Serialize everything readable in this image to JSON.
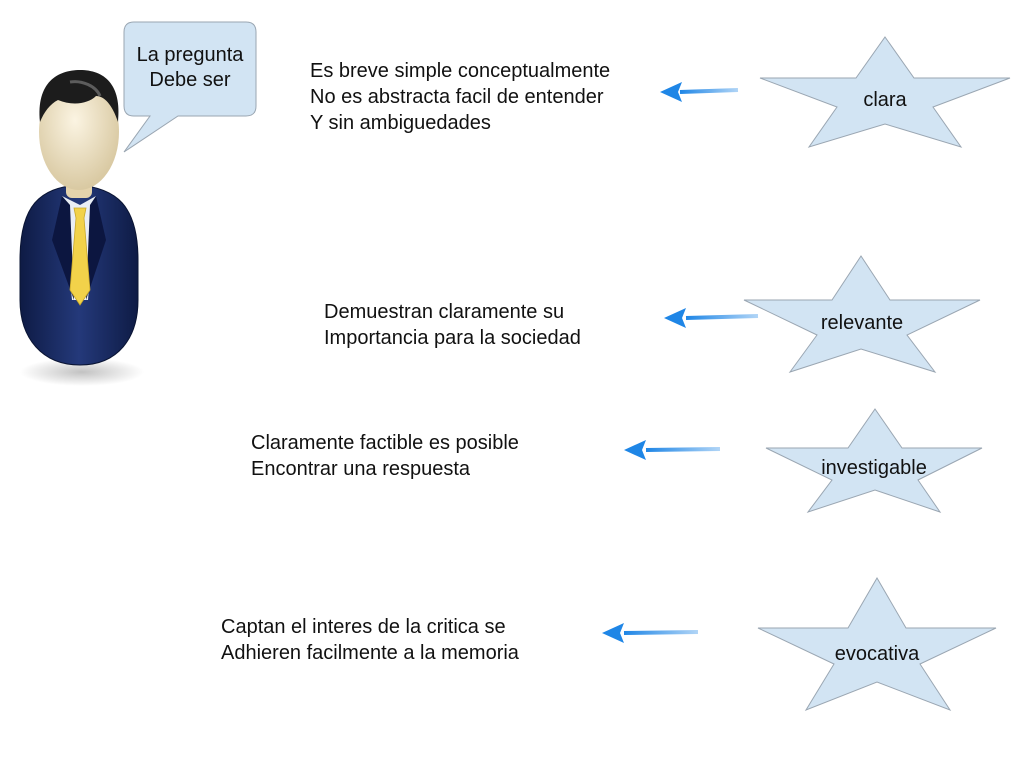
{
  "speech_bubble": {
    "line1": "La pregunta",
    "line2": "Debe ser"
  },
  "criteria": [
    {
      "star_label": "clara",
      "description_lines": [
        "Es breve simple conceptualmente",
        "No es abstracta facil de entender",
        "Y sin ambiguedades"
      ]
    },
    {
      "star_label": "relevante",
      "description_lines": [
        "Demuestran claramente su",
        "Importancia para la sociedad"
      ]
    },
    {
      "star_label": "investigable",
      "description_lines": [
        "Claramente factible es posible",
        "Encontrar una respuesta"
      ]
    },
    {
      "star_label": "evocativa",
      "description_lines": [
        "Captan el interes de la critica se",
        "Adhieren facilmente a la memoria"
      ]
    }
  ],
  "colors": {
    "star_fill": "#d2e4f3",
    "star_stroke": "#9aa6b2",
    "arrow": "#1f86e6",
    "suit": "#15265a",
    "tie": "#f2d24a",
    "face": "#f2e6c8",
    "hair": "#1c1c1c"
  }
}
